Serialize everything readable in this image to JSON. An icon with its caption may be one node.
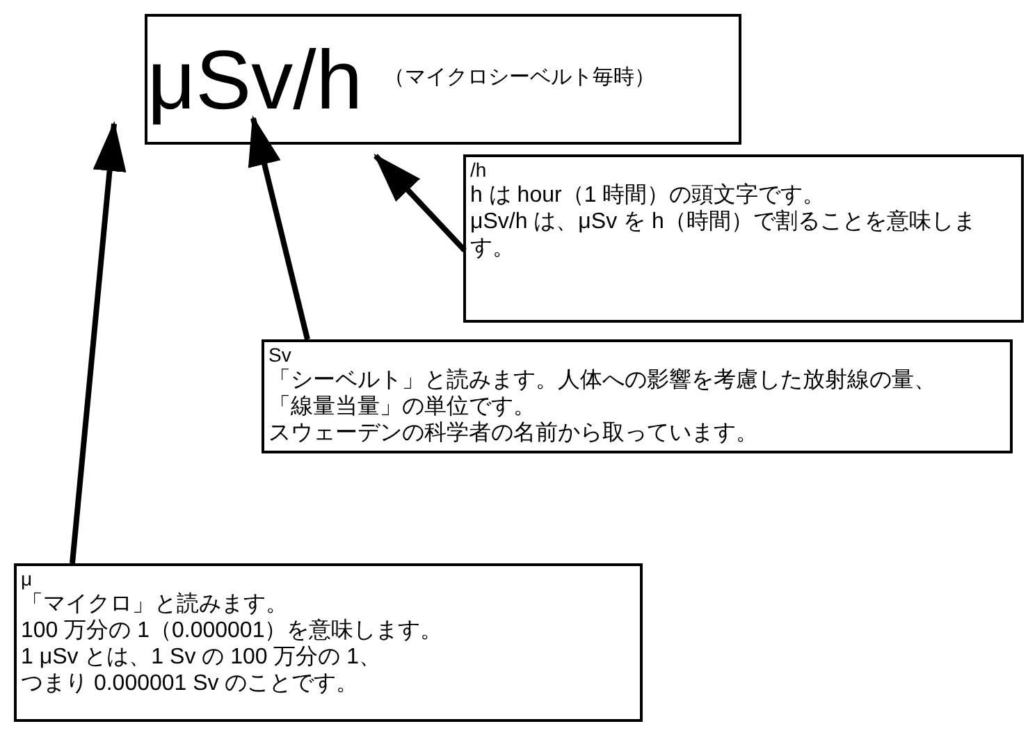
{
  "diagram": {
    "nodes": [
      {
        "text": [
          "μSv/h",
          "（マイクロシーベルト毎時）"
        ]
      },
      {
        "text": [
          "/h",
          "h は hour（1 時間）の頭文字です。",
          "μSv/h は、μSv を h（時間）で割ることを意味します。"
        ]
      },
      {
        "text": [
          "Sv",
          "「シーベルト」と読みます。人体への影響を考慮した放射線の量、「線量当量」の単位です。",
          "スウェーデンの科学者の名前から取っています。"
        ]
      },
      {
        "text": [
          "μ",
          "「マイクロ」と読みます。",
          "100 万分の 1（0.000001）を意味します。",
          "1 μSv とは、1 Sv の 100 万分の 1、",
          "つまり 0.000001 Sv のことです。"
        ]
      }
    ],
    "edges": [
      {
        "from": 1,
        "to": 0,
        "arrow": "to"
      },
      {
        "from": 2,
        "to": 0,
        "arrow": "to"
      },
      {
        "from": 3,
        "to": 0,
        "arrow": "to"
      }
    ]
  }
}
